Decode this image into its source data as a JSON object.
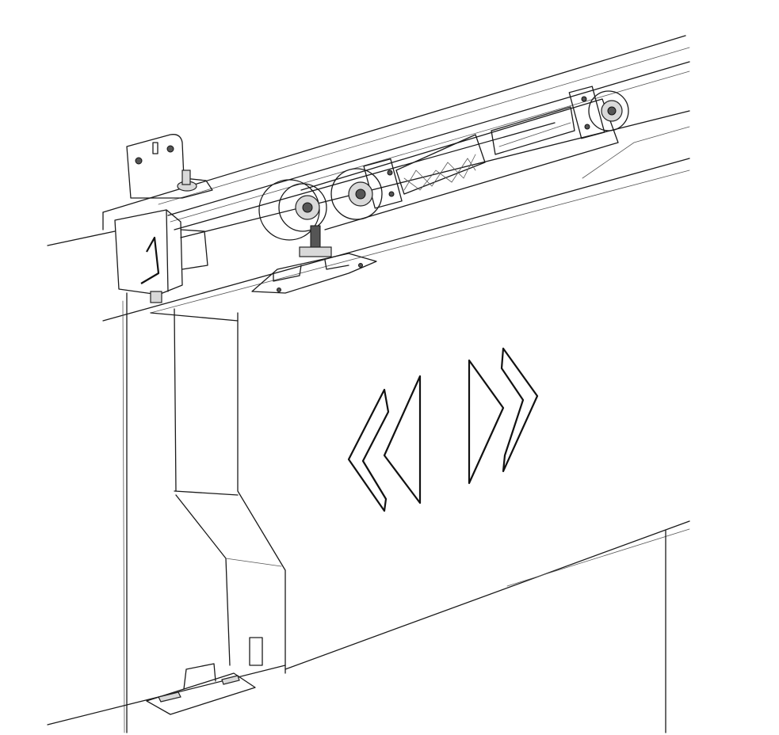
{
  "drawing": {
    "style": "line-sketch",
    "stroke_color": "#1a1a1a",
    "background_color": "#ffffff",
    "parts": [
      "top-rail",
      "roller-carriage",
      "wall-bracket",
      "end-stop",
      "door-panel",
      "direction-arrows",
      "floor-guide"
    ]
  }
}
